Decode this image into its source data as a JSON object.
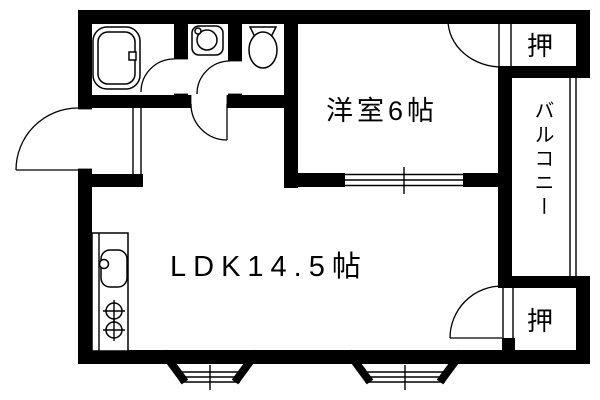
{
  "floorplan": {
    "background": "#ffffff",
    "ink": "#000000",
    "labels": {
      "western_room": "洋室6帖",
      "ldk": "LDK14.5帖",
      "balcony": "バルコニー",
      "closet_upper": "押",
      "closet_lower": "押"
    },
    "fixtures": [
      "bathtub-icon",
      "washbasin-icon",
      "toilet-icon",
      "kitchen-sink-icon",
      "stove-burner-icon"
    ]
  }
}
